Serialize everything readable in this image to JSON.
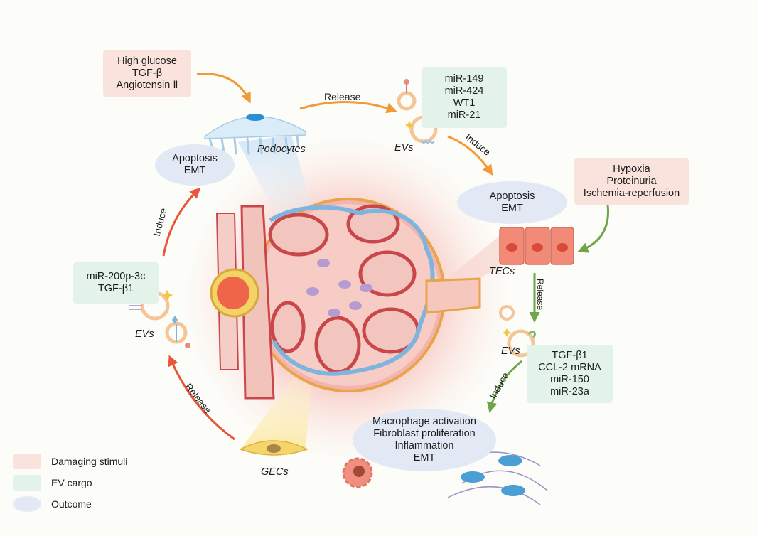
{
  "stimuli": {
    "podocyte": [
      "High glucose",
      "TGF-β",
      "Angiotensin Ⅱ"
    ],
    "tec": [
      "Hypoxia",
      "Proteinuria",
      "Ischemia-reperfusion"
    ]
  },
  "cargo": {
    "podocyte": [
      "miR-149",
      "miR-424",
      "WT1",
      "miR-21"
    ],
    "tec": [
      "TGF-β1",
      "CCL-2 mRNA",
      "miR-150",
      "miR-23a"
    ],
    "gec": [
      "miR-200p-3c",
      "TGF-β1"
    ]
  },
  "outcomes": {
    "podocyte": [
      "Apoptosis",
      "EMT"
    ],
    "tec": [
      "Apoptosis",
      "EMT"
    ],
    "interstitium": [
      "Macrophage activation",
      "Fibroblast proliferation",
      "Inflammation",
      "EMT"
    ]
  },
  "cells": {
    "podocytes": "Podocytes",
    "tecs": "TECs",
    "gecs": "GECs",
    "evs": "EVs"
  },
  "arrows": {
    "release": "Release",
    "induce": "Induce"
  },
  "legend": [
    {
      "label": "Damaging stimuli",
      "color": "#fbe3dd"
    },
    {
      "label": "EV cargo",
      "color": "#e3f3ea"
    },
    {
      "label": "Outcome",
      "color": "#e3e8f5"
    }
  ],
  "colors": {
    "orange": "#f29a38",
    "green": "#6fa64a",
    "red": "#e8553a"
  }
}
